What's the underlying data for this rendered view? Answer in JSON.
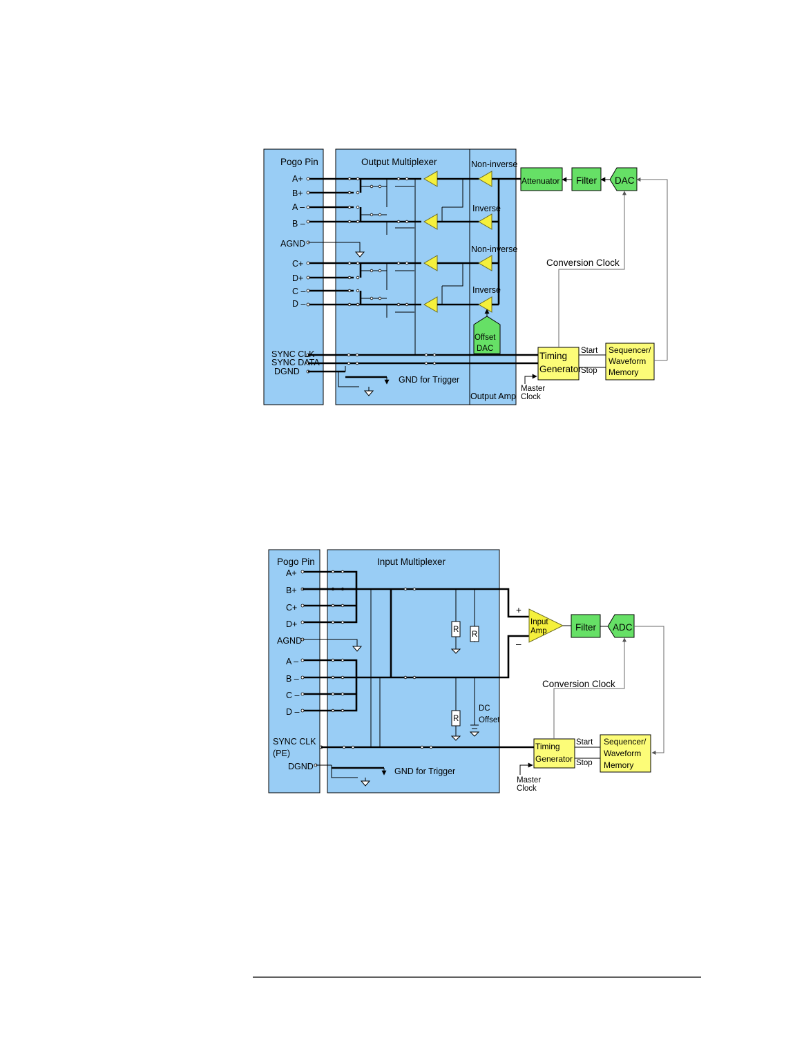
{
  "output_diagram": {
    "pogo": {
      "title": "Pogo Pin",
      "pins": [
        "A+",
        "B+",
        "A –",
        "B –",
        "AGND",
        "C+",
        "D+",
        "C –",
        "D –",
        "SYNC CLK",
        "SYNC DATA",
        "DGND"
      ]
    },
    "mux_title": "Output Multiplexer",
    "amp_labels": [
      "Non-inverse",
      "Inverse",
      "Non-inverse",
      "Inverse"
    ],
    "amp_section_label": "Output Amp",
    "offset_dac": [
      "Offset",
      "DAC"
    ],
    "attenuator": "Attenuator",
    "filter": "Filter",
    "dac": "DAC",
    "conversion_clock": "Conversion Clock",
    "timing_generator": [
      "Timing",
      "Generator"
    ],
    "start": "Start",
    "stop": "Stop",
    "sequencer": [
      "Sequencer/",
      "Waveform",
      "Memory"
    ],
    "master_clock": [
      "Master",
      "Clock"
    ],
    "gnd_trigger": "GND for Trigger"
  },
  "input_diagram": {
    "pogo": {
      "title": "Pogo Pin",
      "pins": [
        "A+",
        "B+",
        "C+",
        "D+",
        "AGND",
        "A –",
        "B –",
        "C –",
        "D –",
        "SYNC CLK",
        "(PE)",
        "DGND"
      ]
    },
    "mux_title": "Input Multiplexer",
    "plus": "+",
    "minus": "–",
    "input_amp": [
      "Input",
      "Amp"
    ],
    "resistor": "R",
    "dc_offset": [
      "DC",
      "Offset"
    ],
    "filter": "Filter",
    "adc": "ADC",
    "conversion_clock": "Conversion Clock",
    "timing_generator": [
      "Timing",
      "Generator"
    ],
    "start": "Start",
    "stop": "Stop",
    "sequencer": [
      "Sequencer/",
      "Waveform",
      "Memory"
    ],
    "master_clock": [
      "Master",
      "Clock"
    ],
    "gnd_trigger": "GND for Trigger"
  }
}
